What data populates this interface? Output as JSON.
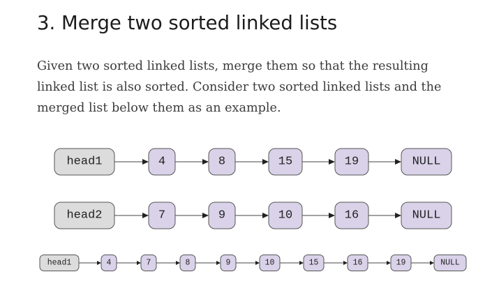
{
  "article": {
    "title": "3. Merge two sorted linked lists",
    "intro": "Given two sorted linked lists, merge them so that the resulting linked list is also sorted. Consider two sorted linked lists and the merged list below them as an example."
  },
  "diagram": {
    "lists": [
      {
        "head": "head1",
        "nodes": [
          "4",
          "8",
          "15",
          "19"
        ],
        "terminator": "NULL"
      },
      {
        "head": "head2",
        "nodes": [
          "7",
          "9",
          "10",
          "16"
        ],
        "terminator": "NULL"
      },
      {
        "head": "head1",
        "nodes": [
          "4",
          "7",
          "8",
          "9",
          "10",
          "15",
          "16",
          "19"
        ],
        "terminator": "NULL"
      }
    ],
    "colors": {
      "node_fill": "#d9d2e9",
      "head_fill": "#dcdcdc",
      "border": "#555555"
    }
  }
}
